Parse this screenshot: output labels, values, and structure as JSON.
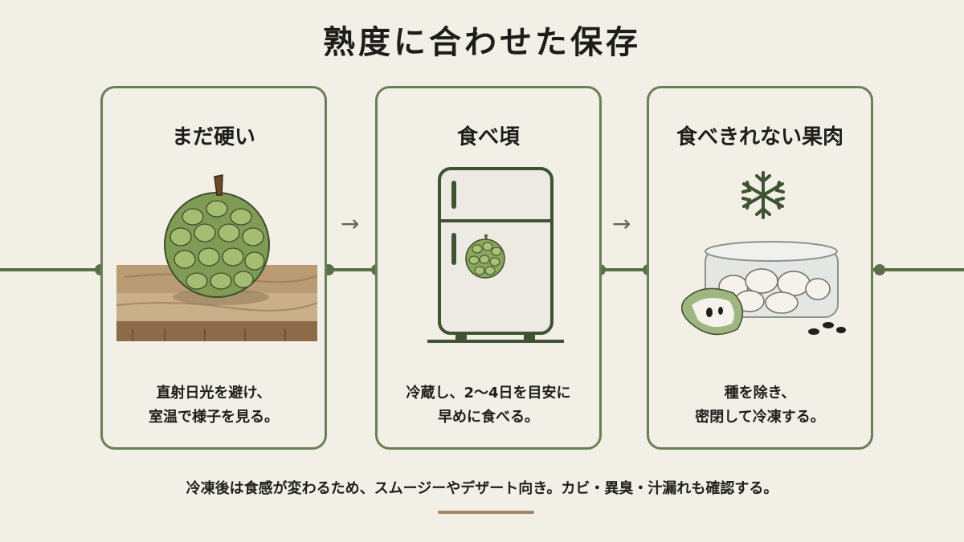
{
  "title": "熟度に合わせた保存",
  "cards": [
    {
      "title": "まだ硬い",
      "lines": [
        "直射日光を避け、",
        "室温で様子を見る。"
      ]
    },
    {
      "title": "食べ頃",
      "lines": [
        "冷蔵し、2〜4日を目安に",
        "早めに食べる。"
      ]
    },
    {
      "title": "食べきれない果肉",
      "lines": [
        "種を除き、",
        "密閉して冷凍する。"
      ]
    }
  ],
  "arrows": [
    "→",
    "→"
  ],
  "footer": "冷凍後は食感が変わるため、スムージーやデザート向き。カビ・異臭・汁漏れも確認する。",
  "colors": {
    "background": "#f2efe6",
    "accent_green": "#5a6f48",
    "card_border": "#6a7e57",
    "footer_rule": "#a68562"
  },
  "icons": [
    "custard-apple-on-wood-illustration",
    "refrigerator-illustration",
    "snowflake-icon",
    "frozen-fruit-container-illustration"
  ]
}
